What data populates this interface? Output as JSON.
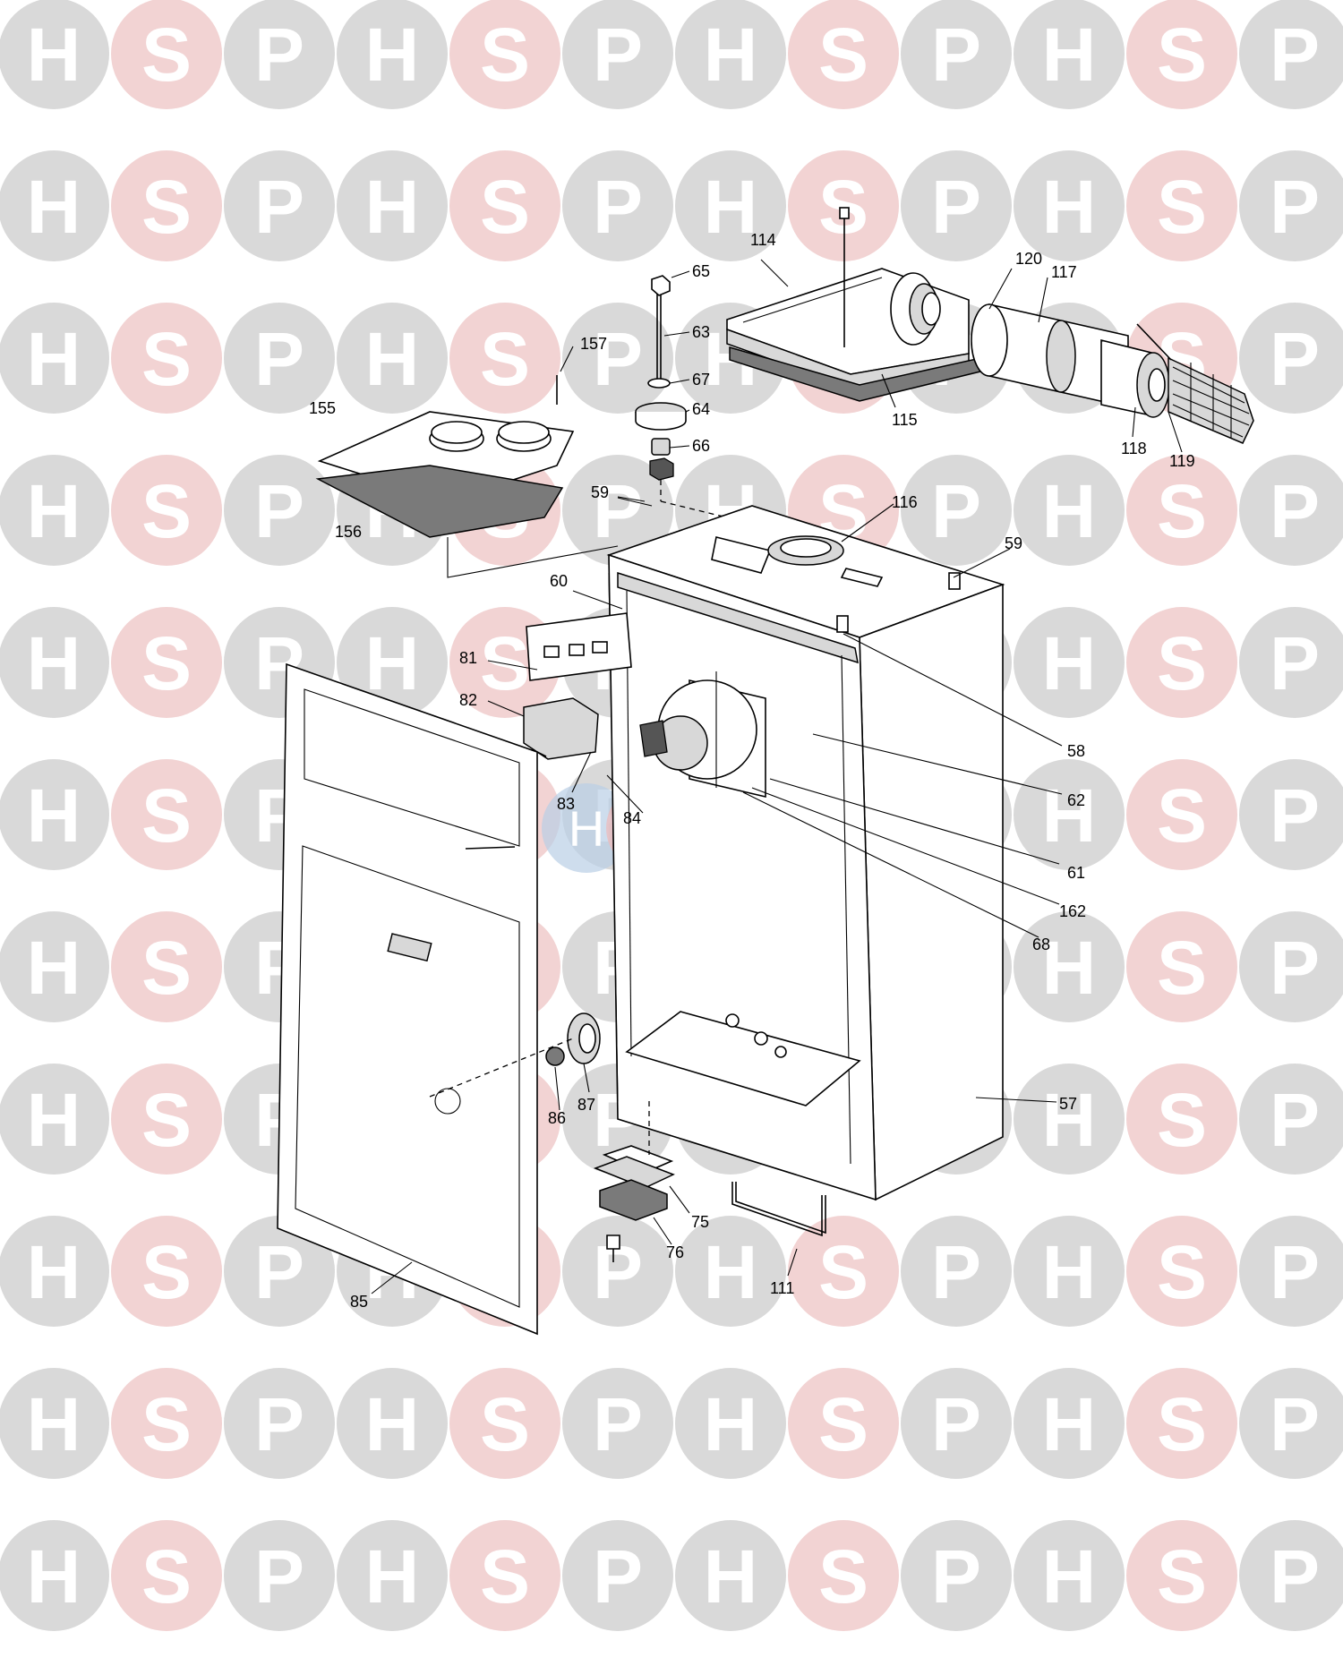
{
  "watermark": {
    "letters": [
      "H",
      "S",
      "P"
    ],
    "colors": {
      "H": "#d9d9d9",
      "S": "#f2d3d3",
      "P": "#d9d9d9",
      "letter": "#ffffff"
    },
    "center_badge_colors": [
      "#b9cfe6",
      "#f0b9b9",
      "#b9cfe6"
    ]
  },
  "callouts": {
    "c114": "114",
    "c120": "120",
    "c117": "117",
    "c65": "65",
    "c63": "63",
    "c157": "157",
    "c67": "67",
    "c64": "64",
    "c155": "155",
    "c115": "115",
    "c118": "118",
    "c119": "119",
    "c66": "66",
    "c116": "116",
    "c59a": "59",
    "c59b": "59",
    "c156": "156",
    "c60": "60",
    "c81": "81",
    "c82": "82",
    "c58": "58",
    "c62": "62",
    "c83": "83",
    "c84": "84",
    "c61": "61",
    "c162": "162",
    "c68": "68",
    "c57": "57",
    "c87": "87",
    "c86": "86",
    "c75": "75",
    "c76": "76",
    "c111": "111",
    "c85": "85"
  }
}
